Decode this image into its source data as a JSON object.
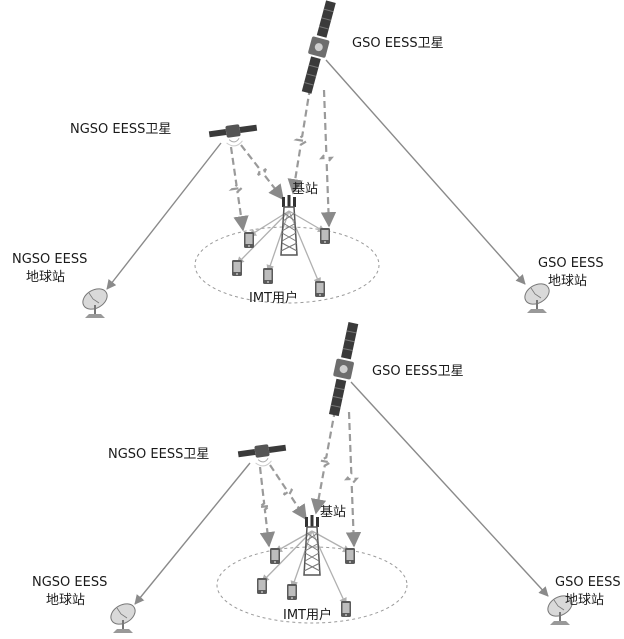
{
  "panels": [
    {
      "gso_sat_label": "GSO EESS卫星",
      "ngso_sat_label": "NGSO EESS卫星",
      "base_station_label": "基站",
      "imt_users_label": "IMT用户",
      "ngso_earth_station_label": [
        "NGSO EESS",
        "地球站"
      ],
      "gso_earth_station_label": [
        "GSO EESS",
        "地球站"
      ]
    },
    {
      "gso_sat_label": "GSO EESS卫星",
      "ngso_sat_label": "NGSO EESS卫星",
      "base_station_label": "基站",
      "imt_users_label": "IMT用户",
      "ngso_earth_station_label": [
        "NGSO EESS",
        "地球站"
      ],
      "gso_earth_station_label": [
        "GSO EESS",
        "地球站"
      ]
    }
  ],
  "colors": {
    "dashed_link": "#9a9a9a",
    "solid_link": "#8a8a8a",
    "user_link": "#b0b0b0",
    "ellipse": "#9a9a9a",
    "satellite_panel": "#3a3a3a",
    "text": "#1a1a1a"
  },
  "icons": {
    "satellite": "satellite-icon",
    "base_station": "cell-tower-icon",
    "user": "mobile-phone-icon",
    "earth_station": "satellite-dish-icon"
  }
}
